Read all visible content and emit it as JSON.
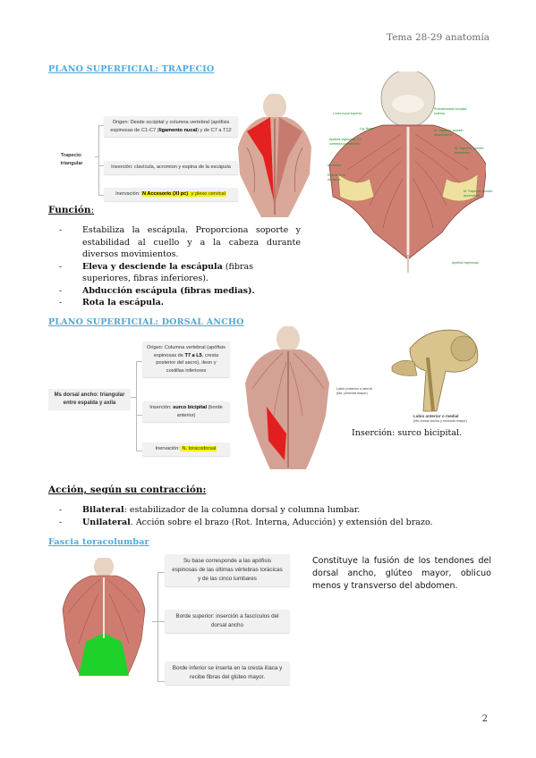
{
  "header": {
    "title": "Tema 28-29 anatomía"
  },
  "section_trapecio": {
    "title": "PLANO SUPERFICIAL: TRAPECIO",
    "diagram": {
      "root": "Trapecio: triangular",
      "origin_prefix": "Origen: Desde occipital y columna vertebral (apófisis espinosas de C1-C7 (",
      "origin_bold": "ligamento nucal",
      "origin_suffix": ") y de C7 a T12",
      "insertion": "Inserción: clavícula, acromion y espina de la escápula",
      "innervation_prefix": "Inervación: ",
      "innervation_bold": "N Accesorio (XI pc)",
      "innervation_suffix": " y plexo cervical"
    },
    "figure_labels": [
      "Línea nucal superior",
      "Protuberancia occipital externa",
      "Lig. Nucal",
      "M. Trapecio, porción descendente",
      "Apófisis espinosas D-1 (vértebra prominente)",
      "M. Trapecio, porción transversa",
      "Acromion",
      "Espina de la escápula",
      "M. Trapecio, porción ascendente",
      "Apófisis espinosas"
    ],
    "function_title": "Función",
    "function_colon": ":",
    "functions": [
      {
        "bold": "",
        "text": "Estabiliza la escápula. Proporciona soporte y estabilidad al cuello y a la cabeza durante diversos movimientos."
      },
      {
        "bold": "Eleva y desciende la escápula",
        "text": " (fibras superiores, fibras inferiores)."
      },
      {
        "bold": "Abducción escápula (fibras medias).",
        "text": ""
      },
      {
        "bold": "Rota la escápula.",
        "text": ""
      }
    ]
  },
  "section_dorsal": {
    "title": "PLANO SUPERFICIAL: DORSAL ANCHO",
    "diagram": {
      "root": "Ms dorsal ancho: triangular entre espalda y axila",
      "origin_a": "Origen: Columna vertebral (apófisis espinosas de ",
      "origin_bold": "T7 a L5",
      "origin_b": ", cresta posterior del sacro), ileon y costillas inferiores",
      "insertion_prefix": "Inserción: ",
      "insertion_bold": "surco bicipital",
      "insertion_suffix": " (borde anterior)",
      "innervation_prefix": "Inervación: ",
      "innervation_hl": "N. toracodorsal"
    },
    "figure_labels": [
      "Labio posterior o lateral (Ms. pectoral mayor)",
      "Labio anterior o medial",
      "(Ms dorsal ancho y redondo mayor)"
    ],
    "caption": "Inserción: surco bicipital.",
    "action_title": "Acción, según su contracción:",
    "actions": [
      {
        "bold": "Bilateral",
        "text": ": estabilizador de la columna dorsal y columna lumbar."
      },
      {
        "bold": "Unilateral",
        "text": ". Acción sobre el brazo (Rot. Interna, Aducción) y extensión del brazo."
      }
    ]
  },
  "section_fascia": {
    "title": "Fascia toracolumbar",
    "boxes": [
      "Su base corresponde a las apófisis espinosas de las últimas vértebras torácicas y de las cinco lumbares",
      "Borde superior: inserción a fascículos del dorsal ancho",
      "Borde inferior se inserta en la cresta ilíaca y recibe fibras del glúteo mayor."
    ],
    "note": "Constituye la fusión de los tendones del dorsal ancho, glúteo mayor, oblicuo menos y transverso del abdomen."
  },
  "page_number": "2",
  "colors": {
    "accent_blue": "#4aa8e0",
    "highlight_yellow": "#f6f200",
    "muscle_red": "#c0463a",
    "fascia_green": "#1fd12b"
  }
}
